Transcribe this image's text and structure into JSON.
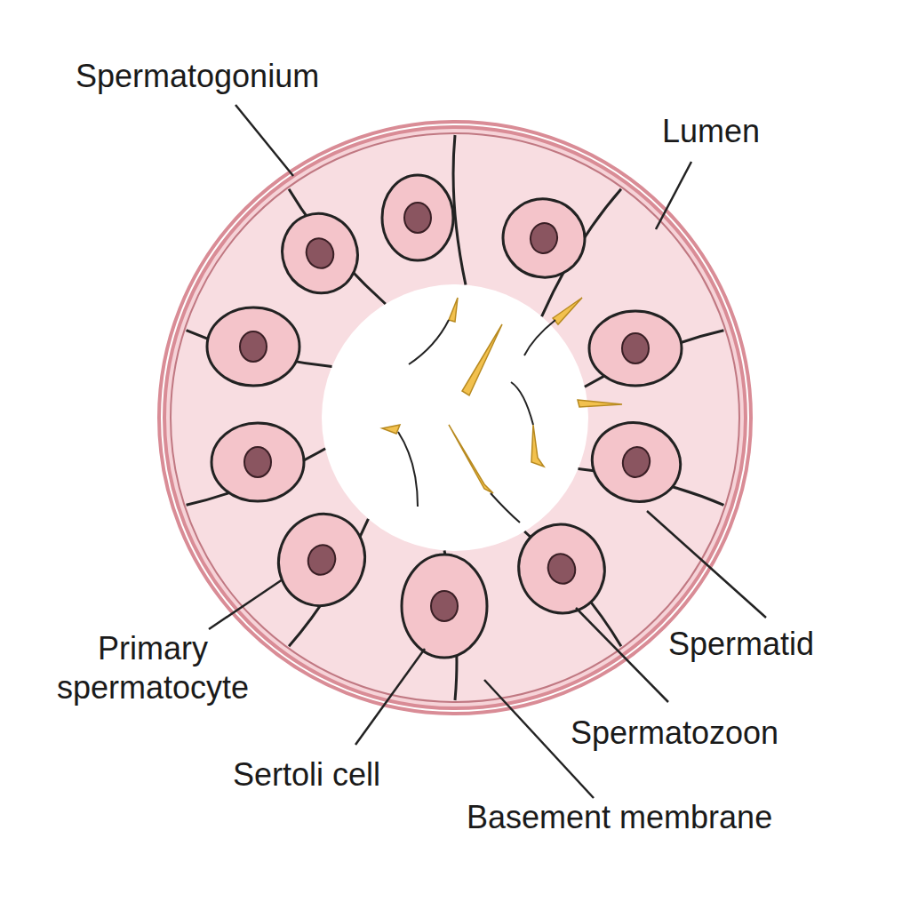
{
  "diagram": {
    "labels": [
      "Spermatogonium",
      "Lumen",
      "Primary spermatocyte",
      "Sertoli cell",
      "Spermatid",
      "Spermatozoon",
      "Basement membrane"
    ]
  }
}
